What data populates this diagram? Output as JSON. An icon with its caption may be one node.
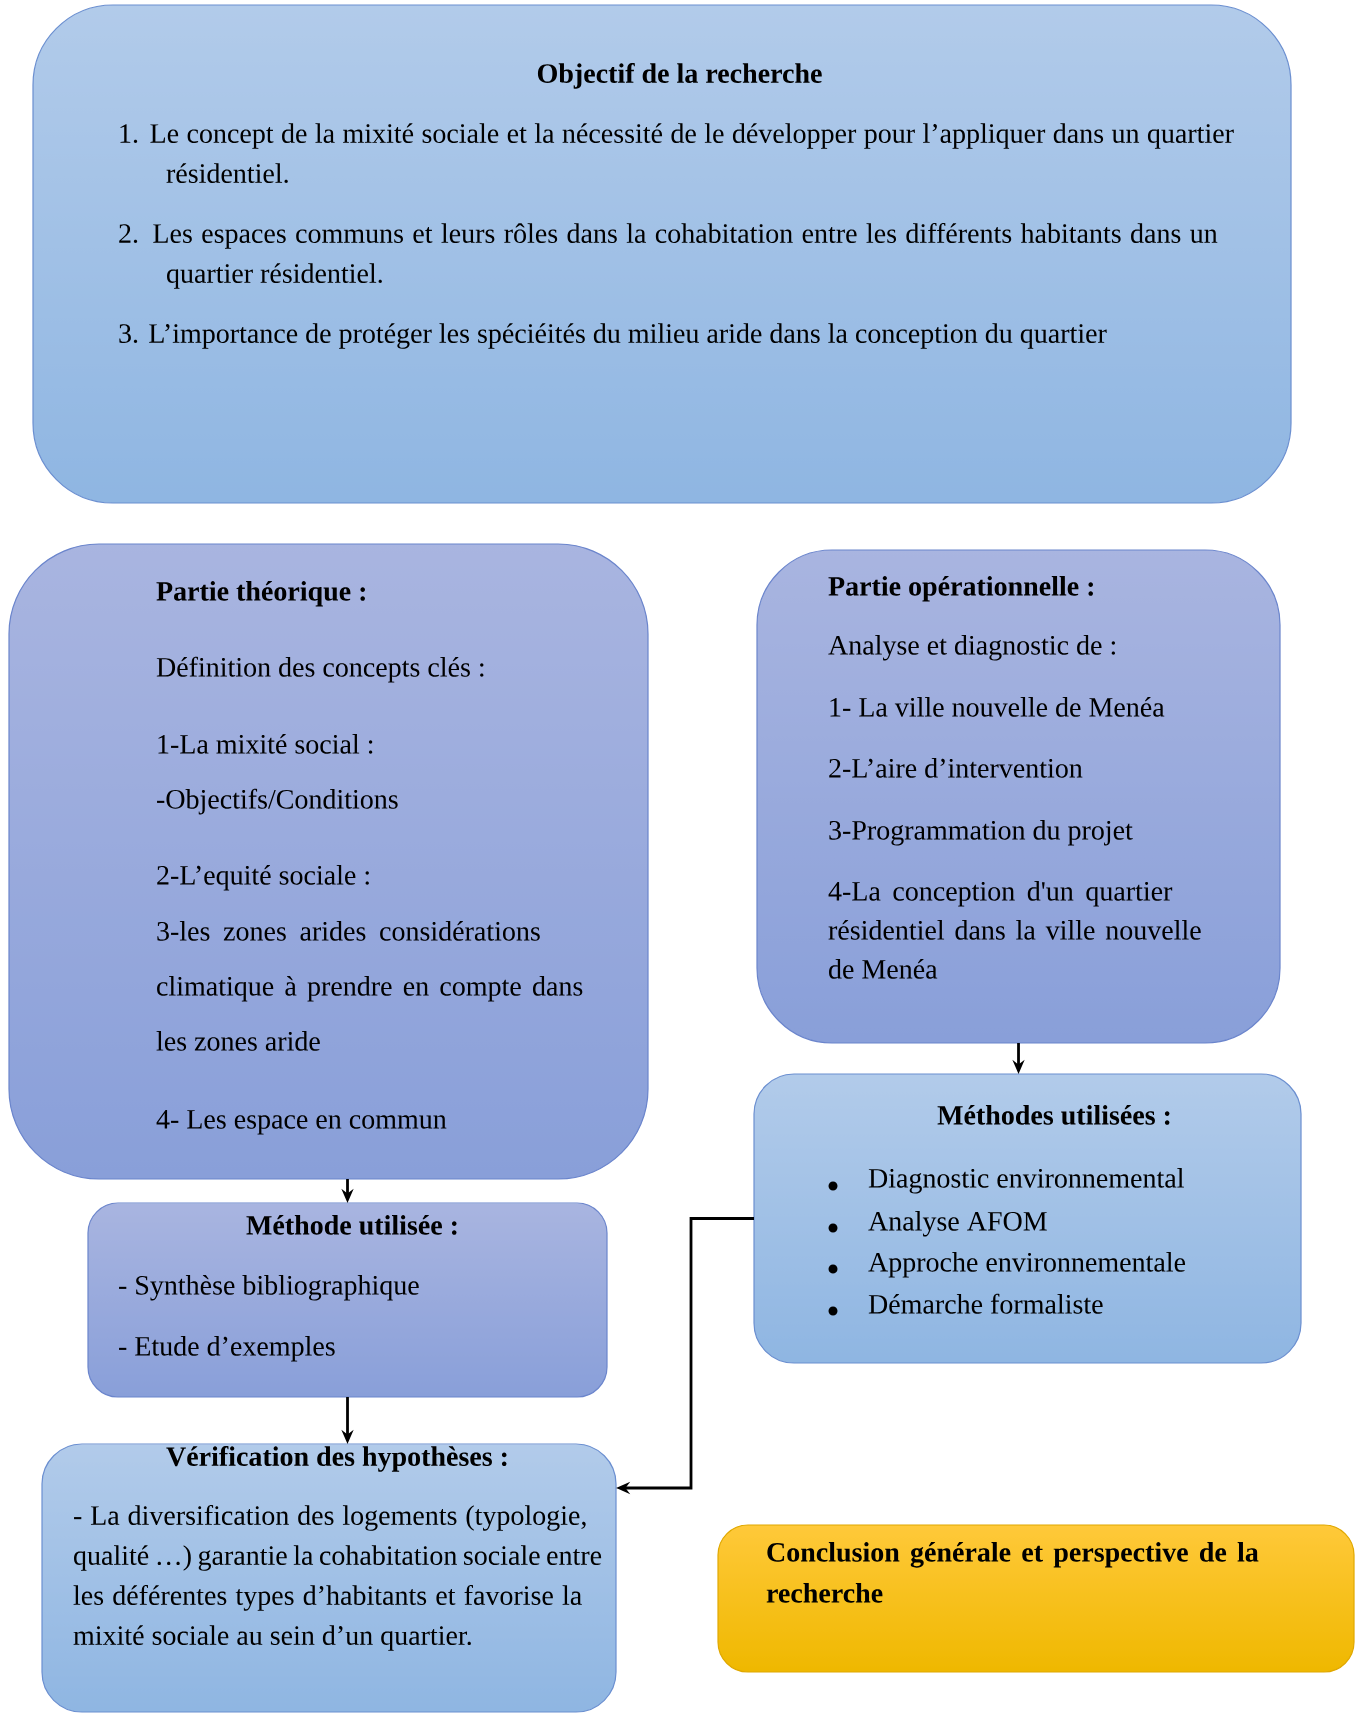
{
  "diagram": {
    "nodes": [
      {
        "text": [
          "Objectif de la recherche",
          "1. Le concept de la mixité sociale et la nécessité de le développer pour l’appliquer dans un quartier résidentiel.",
          "2. Les espaces communs et leurs rôles dans la cohabitation entre les différents habitants dans un quartier résidentiel.",
          "3. L’importance de protéger les spéciéités du milieu aride dans la conception du quartier"
        ]
      },
      {
        "text": [
          "Partie théorique :",
          "Définition des concepts clés :",
          "1-La mixité social :",
          "-Objectifs/Conditions",
          "2-L’equité sociale :",
          "3-les zones arides considérations climatique à prendre en compte dans les zones aride",
          "4- Les espace en commun"
        ]
      },
      {
        "text": [
          "Partie opérationnelle :",
          "Analyse et diagnostic de :",
          "1- La ville nouvelle de Menéa",
          "2-L’aire d’intervention",
          "3-Programmation du projet",
          "4-La conception d'un quartier résidentiel dans la ville nouvelle de Menéa"
        ]
      },
      {
        "text": [
          "Méthode utilisée :",
          "- Synthèse bibliographique",
          "- Etude d’exemples"
        ]
      },
      {
        "text": [
          "Méthodes utilisées :",
          "Diagnostic environnemental",
          "Analyse AFOM",
          "Approche environnementale",
          "Démarche formaliste"
        ]
      },
      {
        "text": [
          "Vérification des hypothèses :",
          "- La diversification des logements (typologie, qualité …) garantie la cohabitation sociale entre les déférentes types d’habitants et favorise la mixité sociale au sein d’un quartier."
        ]
      },
      {
        "text": [
          "Conclusion générale et perspective de la recherche"
        ]
      }
    ],
    "edges": [
      {
        "from": 1,
        "to": 3,
        "arrow": "to"
      },
      {
        "from": 3,
        "to": 5,
        "arrow": "to"
      },
      {
        "from": 2,
        "to": 4,
        "arrow": "to"
      },
      {
        "from": 4,
        "to": 5,
        "arrow": "to"
      }
    ]
  }
}
